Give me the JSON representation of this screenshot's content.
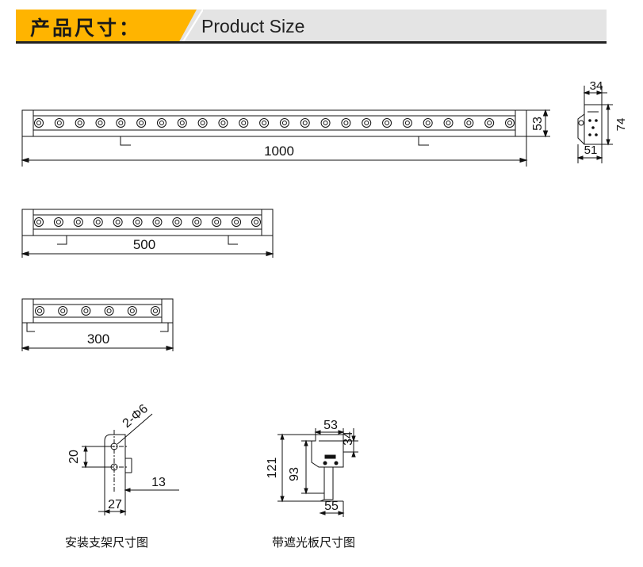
{
  "header": {
    "title_cn": "产品尺寸：",
    "title_en": "Product Size"
  },
  "bars": [
    {
      "length_label": "1000",
      "led_count": 24
    },
    {
      "length_label": "500",
      "led_count": 12
    },
    {
      "length_label": "300",
      "led_count": 6
    }
  ],
  "side_view": {
    "top_width": "34",
    "height": "53",
    "total_height": "74",
    "base_width": "51"
  },
  "bracket": {
    "hole_label": "2-Φ6",
    "hole_spacing": "20",
    "offset": "13",
    "width": "27",
    "caption": "安装支架尺寸图"
  },
  "shade": {
    "width_top": "53",
    "width_offset": "34",
    "total_height": "121",
    "height": "93",
    "base_width": "55",
    "caption": "带遮光板尺寸图"
  },
  "colors": {
    "accent": "#ffb400",
    "header_bg": "#e4e4e4",
    "line": "#111111"
  }
}
